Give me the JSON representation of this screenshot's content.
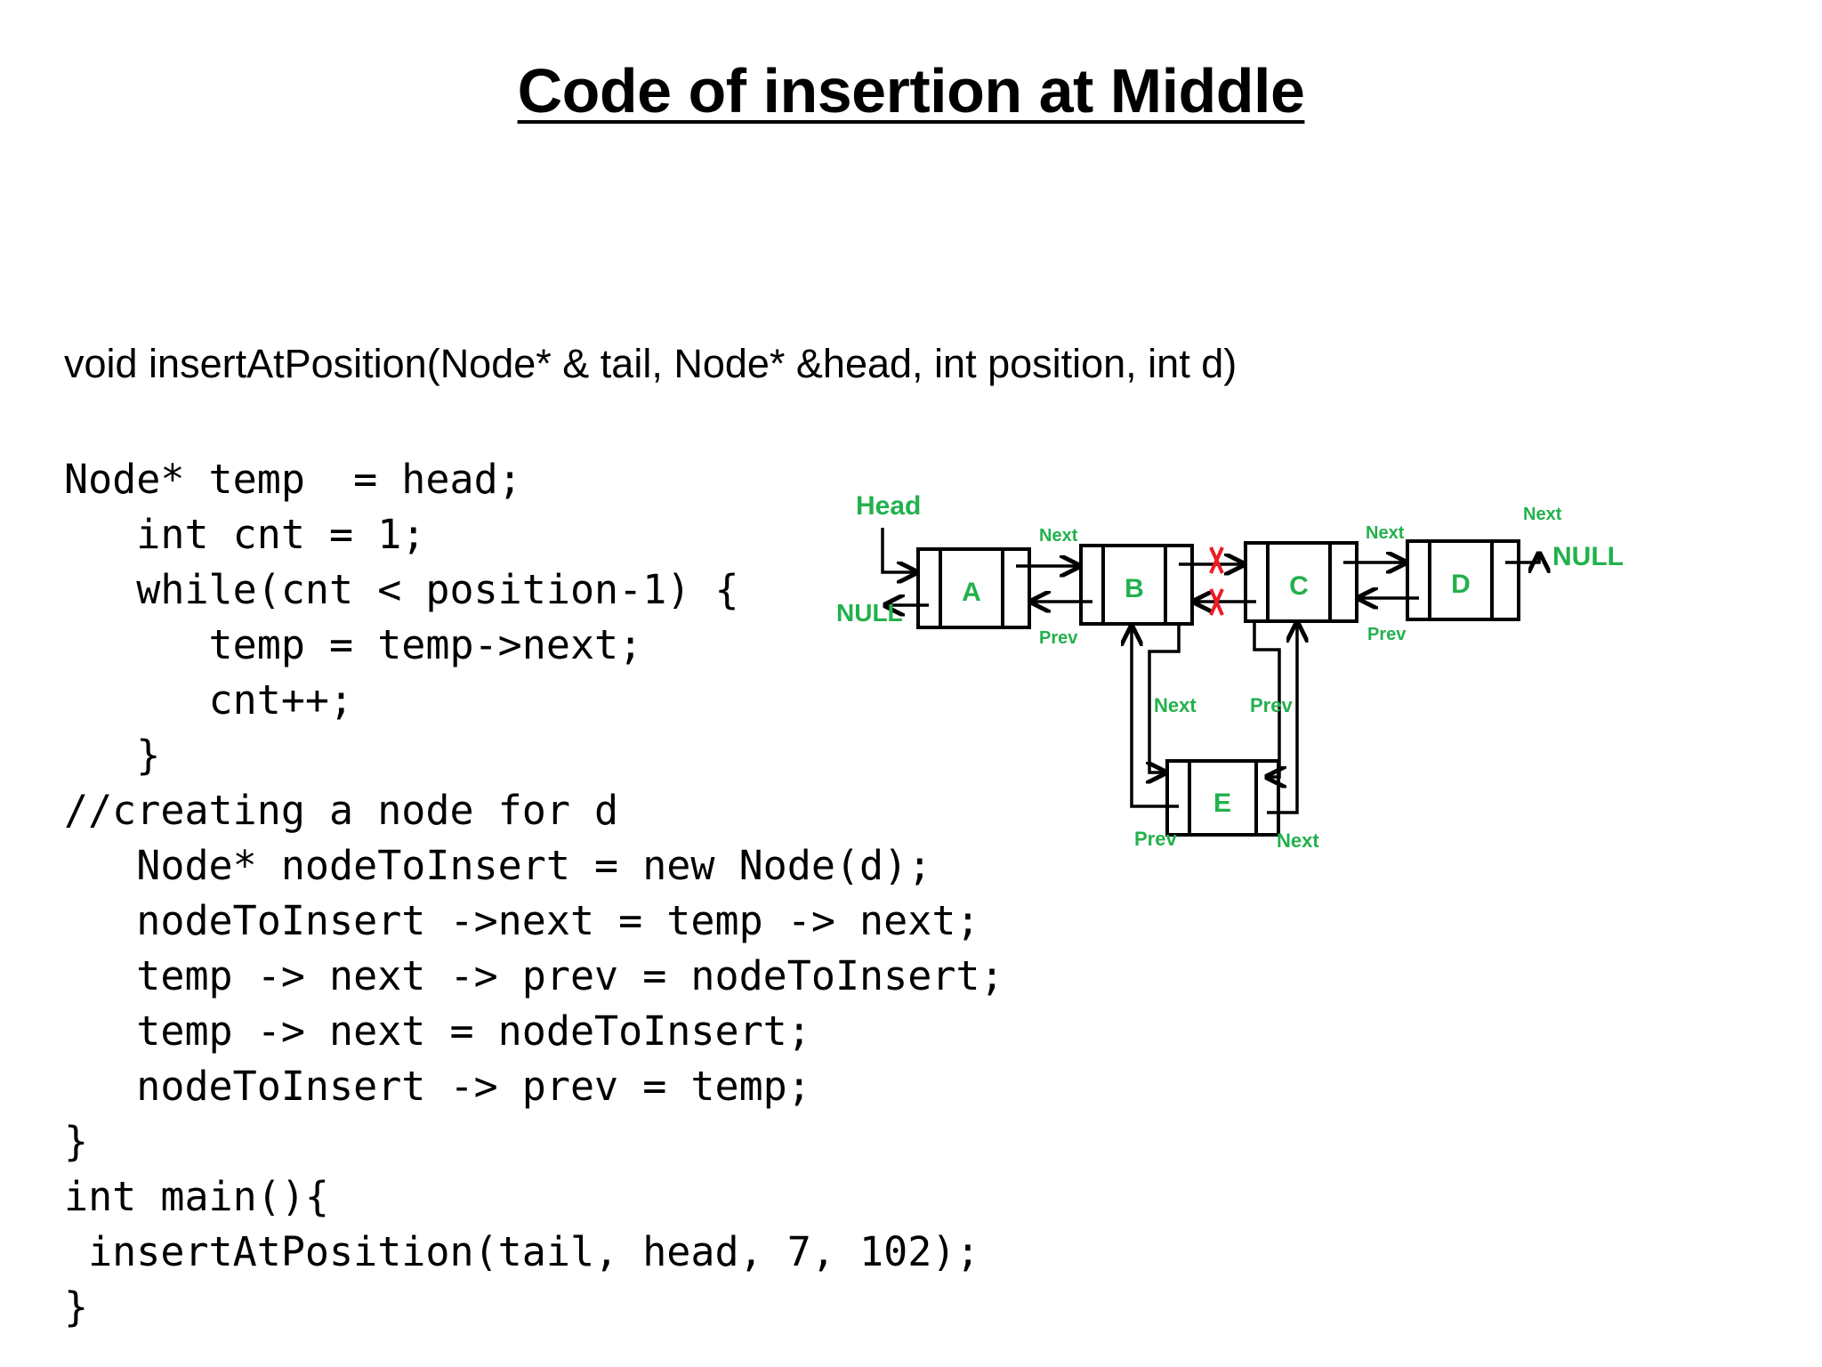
{
  "slide": {
    "title": "Code of insertion at Middle",
    "signature": "void insertAtPosition(Node* & tail, Node* &head, int position, int d)",
    "code_lines": [
      "Node* temp  = head;",
      "   int cnt = 1;",
      "   while(cnt < position-1) {",
      "      temp = temp->next;",
      "      cnt++;",
      "   }",
      "//creating a node for d",
      "   Node* nodeToInsert = new Node(d);",
      "   nodeToInsert ->next = temp -> next;",
      "   temp -> next -> prev = nodeToInsert;",
      "   temp -> next = nodeToInsert;",
      "   nodeToInsert -> prev = temp;",
      "}",
      "int main(){",
      " insertAtPosition(tail, head, 7, 102);",
      "}"
    ]
  },
  "diagram": {
    "nodes": {
      "a": "A",
      "b": "B",
      "c": "C",
      "d": "D",
      "e": "E"
    },
    "labels": {
      "head": "Head",
      "null_left": "NULL",
      "null_right": "NULL",
      "next_ab": "Next",
      "prev_ab": "Prev",
      "next_cd": "Next",
      "prev_cd": "Prev",
      "next_d": "Next",
      "next_be": "Next",
      "prev_ce": "Prev",
      "prev_e": "Prev",
      "next_e": "Next"
    },
    "colors": {
      "label": "#22b14c",
      "cross": "#ed1c24",
      "line": "#000000"
    }
  }
}
